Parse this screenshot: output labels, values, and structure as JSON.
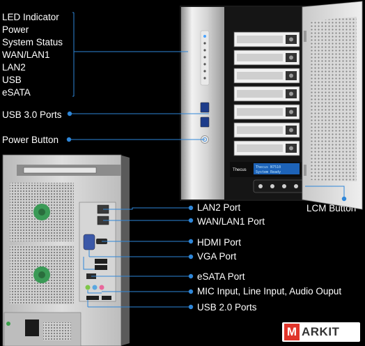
{
  "indicator_labels": [
    "LED Indicator",
    "Power",
    "System Status",
    "WAN/LAN1",
    "LAN2",
    "USB",
    "eSATA"
  ],
  "front_labels": {
    "usb3": "USB 3.0 Ports",
    "power_button": "Power Button",
    "lcm_button": "LCM Button"
  },
  "rear_labels": {
    "lan2": "LAN2 Port",
    "wan_lan1": "WAN/LAN1 Port",
    "hdmi": "HDMI Port",
    "vga": "VGA Port",
    "esata": "eSATA Port",
    "audio": "MIC Input, Line Input, Audio Ouput",
    "usb2": "USB 2.0 Ports"
  },
  "device": {
    "brand": "Thecus",
    "lcm_line1": "Thecus N7510",
    "lcm_line2": "System Ready"
  },
  "watermark": {
    "m": "M",
    "rest": "ARKIT"
  },
  "colors": {
    "callout": "#2e86d8",
    "background": "#000000",
    "text": "#ffffff",
    "watermark_red": "#e0342a"
  }
}
